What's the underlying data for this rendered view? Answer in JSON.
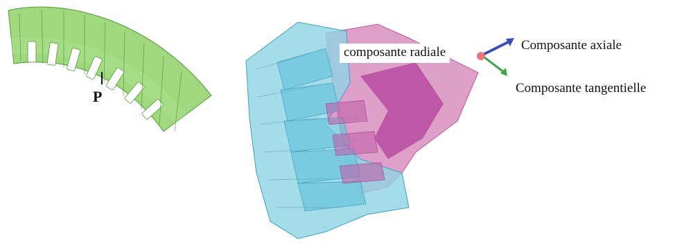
{
  "figure": {
    "point_label": "P",
    "labels": {
      "radial": "composante radiale",
      "axial": "Composante axiale",
      "tangential": "Composante tangentielle"
    },
    "colors": {
      "stator_green": "#8fd16a",
      "stator_green_edge": "#4f9a33",
      "cyan_body": "#8fd3e4",
      "cyan_edge": "#3b9fc0",
      "magenta_body": "#d88ec0",
      "magenta_dark": "#b04098",
      "axis_axial": "#3a4fb5",
      "axis_tangential": "#3aa84a",
      "axis_radial": "#e8787a"
    },
    "icons": [
      "stator-segment",
      "3d-stator-model",
      "axis-triad-icon",
      "point-marker"
    ]
  }
}
